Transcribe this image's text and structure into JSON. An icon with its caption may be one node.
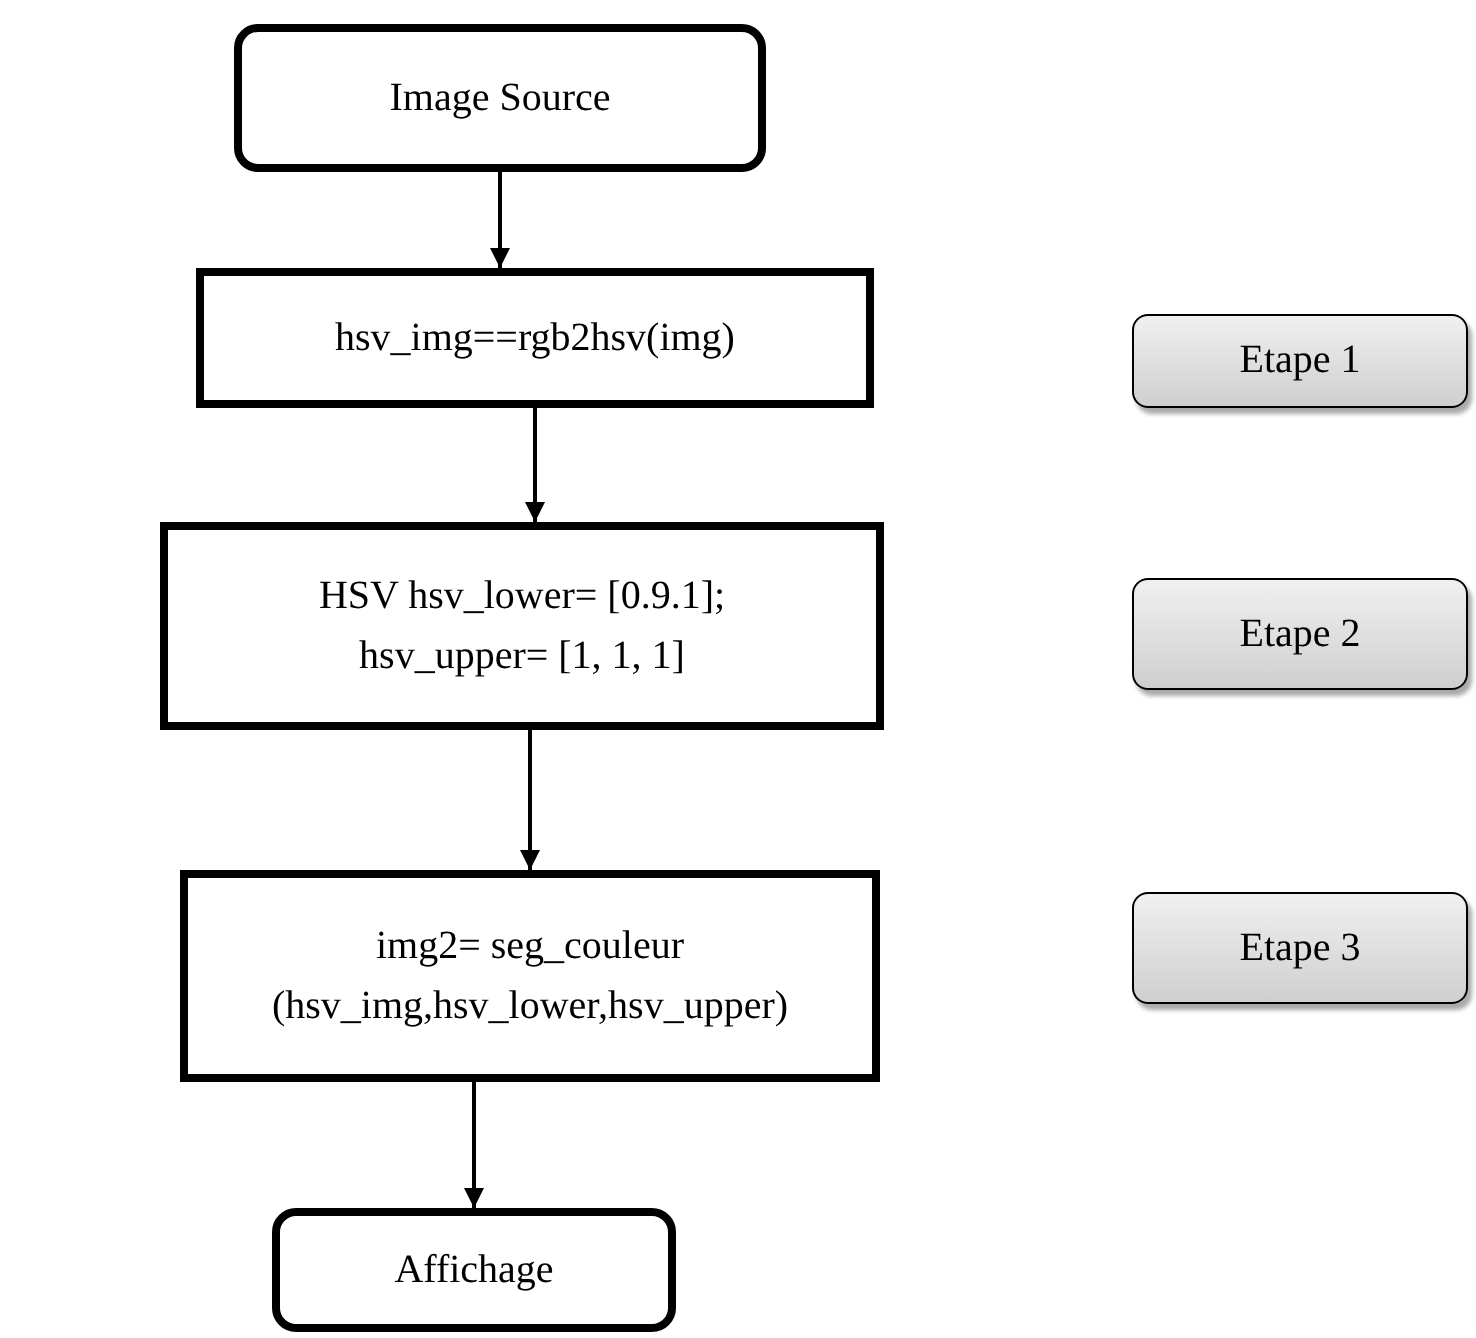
{
  "diagram": {
    "nodes": [
      {
        "text": [
          "Image Source"
        ]
      },
      {
        "text": [
          "hsv_img==rgb2hsv(img)"
        ]
      },
      {
        "text": [
          "Etape 1"
        ]
      },
      {
        "text": [
          "HSV hsv_lower= [0.9.1]; hsv_upper= [1, 1, 1]"
        ]
      },
      {
        "text": [
          "Etape 2"
        ]
      },
      {
        "text": [
          "img2= seg_couleur (hsv_img,hsv_lower,hsv_upper)"
        ]
      },
      {
        "text": [
          "Etape 3"
        ]
      },
      {
        "text": [
          "Affichage"
        ]
      }
    ],
    "edges": [
      {
        "from": 0,
        "to": 1,
        "arrow": "to"
      },
      {
        "from": 1,
        "to": 3,
        "arrow": "to"
      },
      {
        "from": 3,
        "to": 5,
        "arrow": "to"
      },
      {
        "from": 5,
        "to": 7,
        "arrow": "to"
      }
    ]
  }
}
